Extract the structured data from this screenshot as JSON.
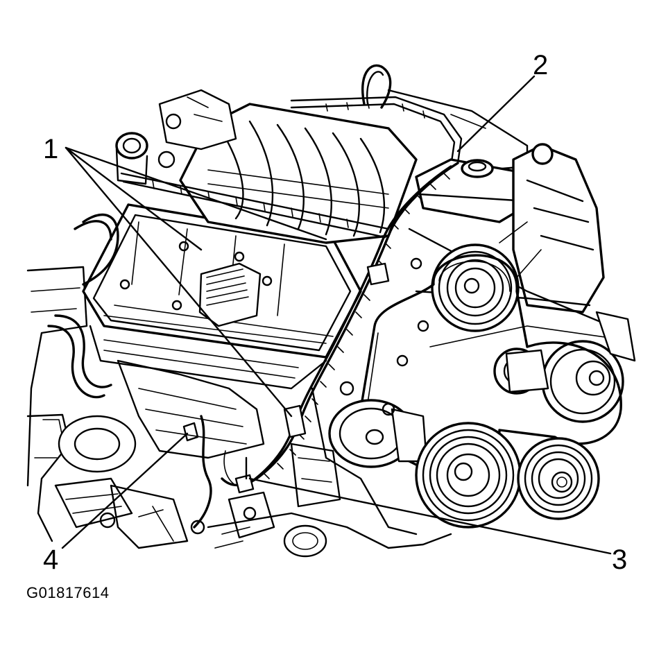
{
  "figure": {
    "figure_id": "G01817614",
    "callouts": [
      "1",
      "2",
      "3",
      "4"
    ]
  },
  "colors": {
    "ink": "#000000",
    "background": "#ffffff"
  }
}
